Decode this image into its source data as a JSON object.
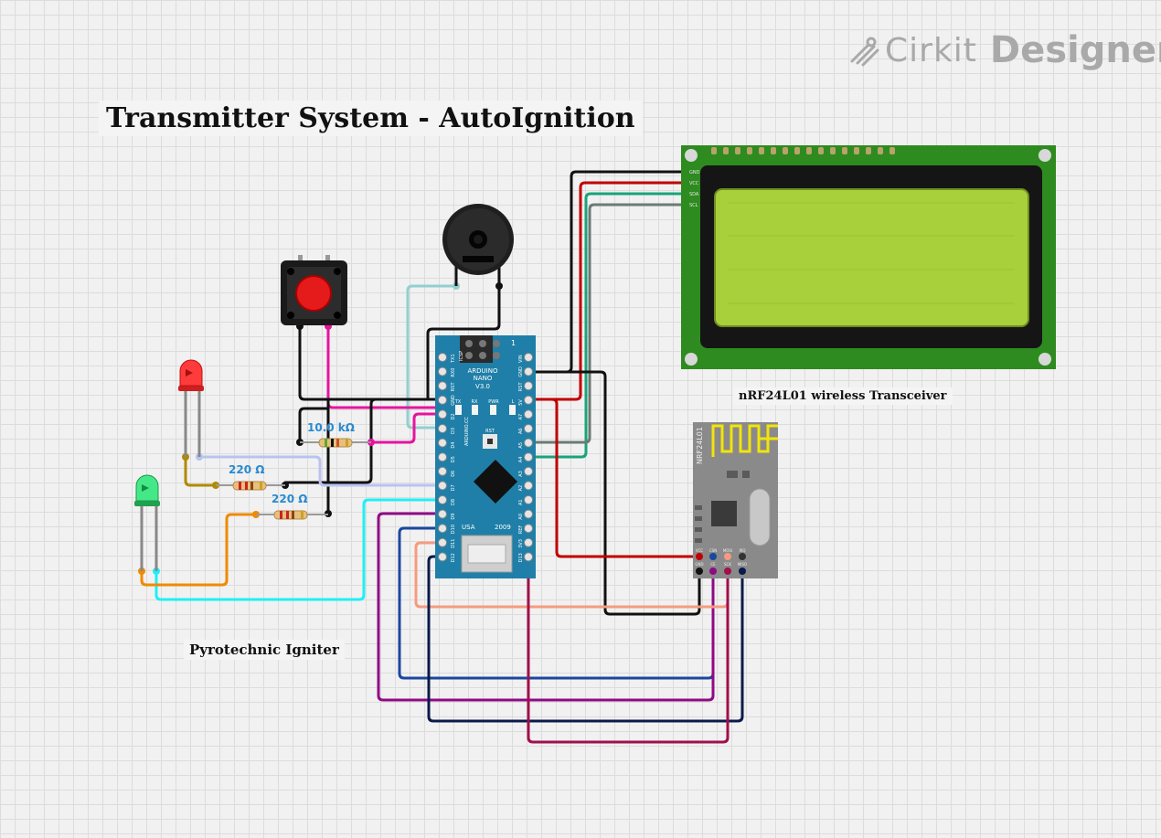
{
  "brand": {
    "name": "Cirkit",
    "product": "Designer",
    "color": "#a9a9a9"
  },
  "title": "Transmitter System - AutoIgnition",
  "labels": {
    "transceiver": "nRF24L01 wireless Transceiver",
    "igniter": "Pyrotechnic Igniter"
  },
  "resistors": {
    "r1": "10.0  kΩ",
    "r2": "220  Ω",
    "r3": "220  Ω"
  },
  "arduino": {
    "name_line1": "ARDUINO",
    "name_line2": "NANO",
    "version": "V3.0",
    "country": "USA",
    "year": "2009",
    "vertical_brand": "ARDUINO.CC",
    "icsp_number": "1",
    "icsp_label": "ICSP",
    "rst_button": "RST",
    "leds": [
      "TX",
      "RX",
      "PWR",
      "L"
    ],
    "left_pins": [
      "TX1",
      "RX0",
      "RST",
      "GND",
      "D2",
      "D3",
      "D4",
      "D5",
      "D6",
      "D7",
      "D8",
      "D9",
      "D10",
      "D11",
      "D12"
    ],
    "right_pins": [
      "VIN",
      "GND",
      "RST",
      "5V",
      "A7",
      "A6",
      "A5",
      "A4",
      "A3",
      "A2",
      "A1",
      "A0",
      "REF",
      "3V3",
      "D13"
    ]
  },
  "nrf_module": {
    "name": "NRF24L01",
    "pins_top": [
      "VCC",
      "CSN",
      "MOSI",
      "IRQ"
    ],
    "pins_bottom": [
      "GND",
      "CE",
      "SCK",
      "MISO"
    ]
  },
  "lcd_pins": [
    "GND",
    "VCC",
    "SDA",
    "SCL"
  ],
  "colors": {
    "wire_black": "#111111",
    "wire_red": "#c00000",
    "wire_green": "#1aa37a",
    "wire_gray": "#6b7b73",
    "wire_pink": "#e5149e",
    "wire_lightblue": "#93cfcf",
    "wire_lavender": "#b9c3f0",
    "wire_cyan": "#1ff0f5",
    "wire_orange": "#f08a00",
    "wire_olive": "#b08a00",
    "wire_purple": "#8f0a86",
    "wire_blue": "#1a47a0",
    "wire_salmon": "#f79a80",
    "wire_navy": "#0b1a4a",
    "wire_maroon": "#a0104a",
    "arduino_board": "#1f7fa8",
    "lcd_board": "#2e8b1f",
    "lcd_screen": "#a8d03a",
    "nrf_board": "#8a8a8a",
    "nrf_antenna": "#f2e40a",
    "led_red": "#ff3030",
    "led_green": "#30e070",
    "button_cap": "#e51a1a",
    "resistor_label": "#2a8ad0"
  }
}
